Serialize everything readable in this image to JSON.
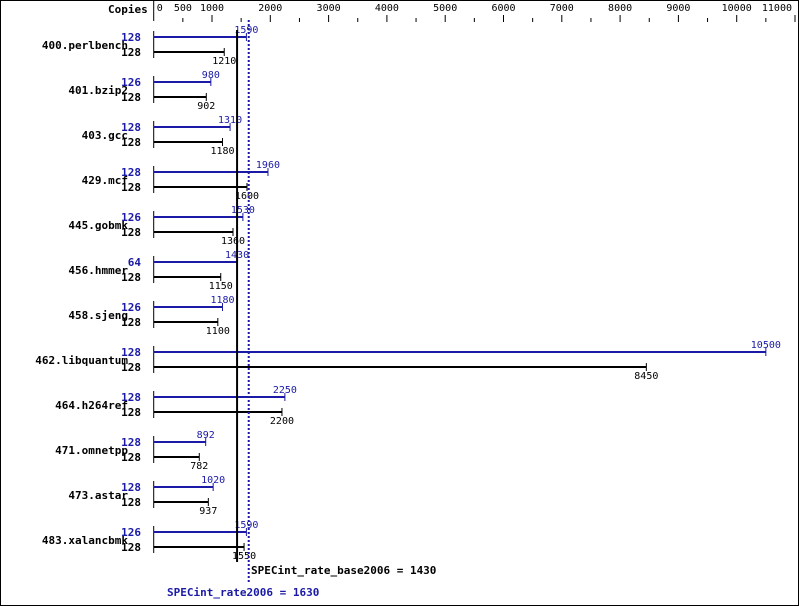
{
  "chart_data": {
    "type": "bar",
    "orientation": "horizontal",
    "copies_header": "Copies",
    "xlim": [
      0,
      11000
    ],
    "major_ticks": [
      0,
      500,
      1000,
      2000,
      3000,
      4000,
      5000,
      6000,
      7000,
      8000,
      9000,
      10000,
      11000
    ],
    "colors": {
      "peak": "#1a1aa6",
      "base": "#000000"
    },
    "categories": [
      "400.perlbench",
      "401.bzip2",
      "403.gcc",
      "429.mcf",
      "445.gobmk",
      "456.hmmer",
      "458.sjeng",
      "462.libquantum",
      "464.h264ref",
      "471.omnetpp",
      "473.astar",
      "483.xalancbmk"
    ],
    "series": [
      {
        "key": "peak",
        "copies": [
          128,
          126,
          128,
          128,
          126,
          64,
          126,
          128,
          128,
          128,
          128,
          126
        ],
        "values": [
          1590,
          980,
          1310,
          1960,
          1530,
          1430,
          1180,
          10500,
          2250,
          892,
          1020,
          1590
        ]
      },
      {
        "key": "base",
        "copies": [
          128,
          128,
          128,
          128,
          128,
          128,
          128,
          128,
          128,
          128,
          128,
          128
        ],
        "values": [
          1210,
          902,
          1180,
          1600,
          1360,
          1150,
          1100,
          8450,
          2200,
          782,
          937,
          1550
        ]
      }
    ],
    "base_metric": {
      "label": "SPECint_rate_base2006 = 1430",
      "value": 1430
    },
    "peak_metric": {
      "label": "SPECint_rate2006 = 1630",
      "value": 1630
    }
  }
}
